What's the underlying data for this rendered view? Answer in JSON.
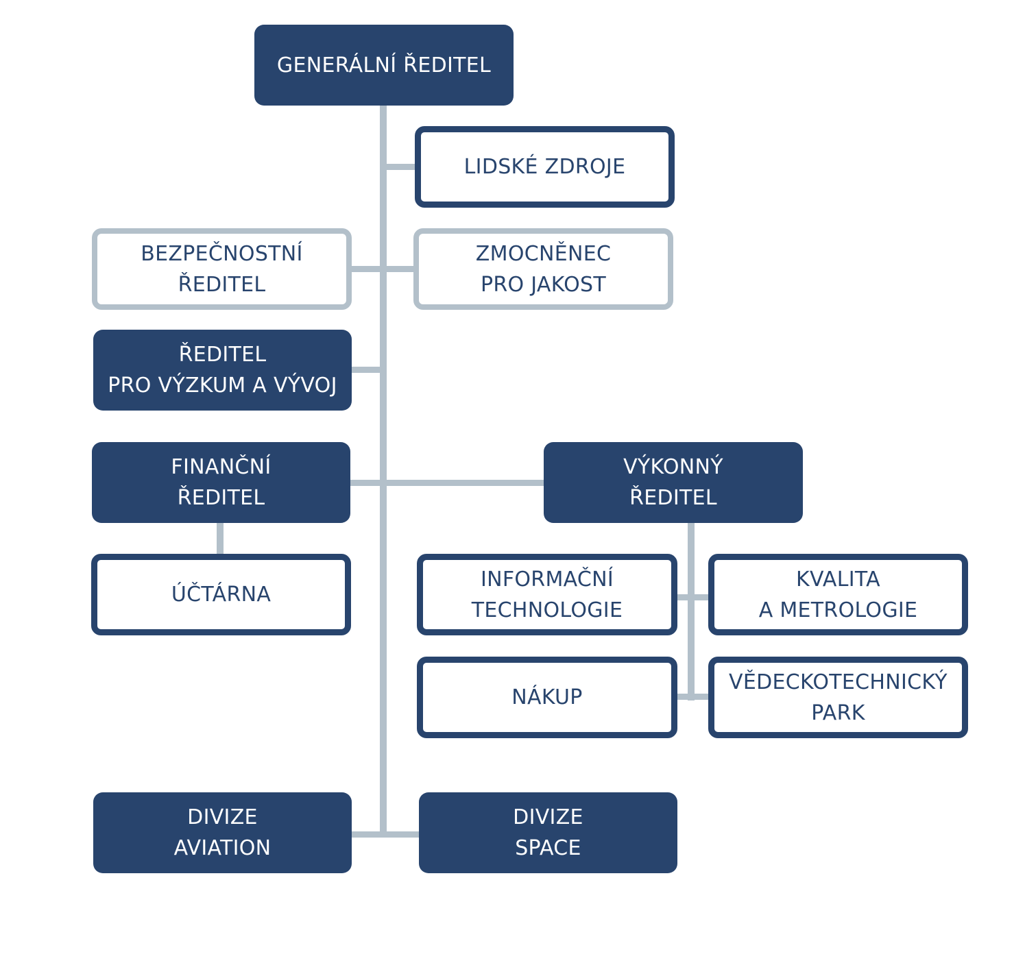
{
  "org_chart": {
    "colors": {
      "primary": "#28446d",
      "connector": "#b3c0ca",
      "background": "#ffffff"
    },
    "nodes": {
      "general_director": {
        "lines": [
          "GENERÁLNÍ ŘEDITEL"
        ]
      },
      "human_resources": {
        "lines": [
          "LIDSKÉ ZDROJE"
        ]
      },
      "security_director": {
        "lines": [
          "BEZPEČNOSTNÍ",
          "ŘEDITEL"
        ]
      },
      "quality_representative": {
        "lines": [
          "ZMOCNĚNEC",
          "PRO JAKOST"
        ]
      },
      "rnd_director": {
        "lines": [
          "ŘEDITEL",
          "PRO VÝZKUM A VÝVOJ"
        ]
      },
      "financial_director": {
        "lines": [
          "FINANČNÍ",
          "ŘEDITEL"
        ]
      },
      "executive_director": {
        "lines": [
          "VÝKONNÝ",
          "ŘEDITEL"
        ]
      },
      "accounting": {
        "lines": [
          "ÚČTÁRNA"
        ]
      },
      "information_technology": {
        "lines": [
          "INFORMAČNÍ",
          "TECHNOLOGIE"
        ]
      },
      "quality_metrology": {
        "lines": [
          "KVALITA",
          "A METROLOGIE"
        ]
      },
      "purchasing": {
        "lines": [
          "NÁKUP"
        ]
      },
      "science_park": {
        "lines": [
          "VĚDECKOTECHNICKÝ",
          "PARK"
        ]
      },
      "aviation_division": {
        "lines": [
          "DIVIZE",
          "AVIATION"
        ]
      },
      "space_division": {
        "lines": [
          "DIVIZE",
          "SPACE"
        ]
      }
    }
  }
}
